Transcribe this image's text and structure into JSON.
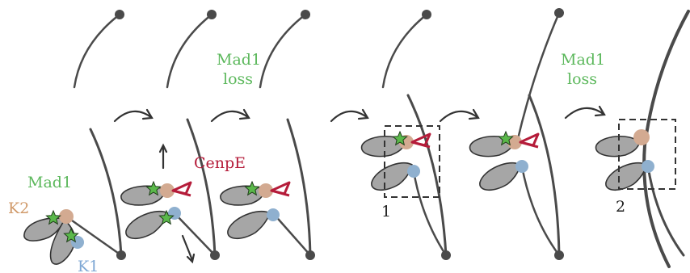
{
  "labels": {
    "mad1": "Mad1",
    "k2": "K2",
    "k1": "K1",
    "cenpe": "CenpE",
    "mad1_loss_line1": "Mad1",
    "mad1_loss_line2": "loss",
    "box1": "1",
    "box2": "2"
  },
  "colors": {
    "mad1_text": "#5cb85c",
    "k2_text": "#d09a6a",
    "k1_text": "#7fa8d4",
    "cenpe_text": "#b51c3a",
    "black_text": "#222222"
  }
}
